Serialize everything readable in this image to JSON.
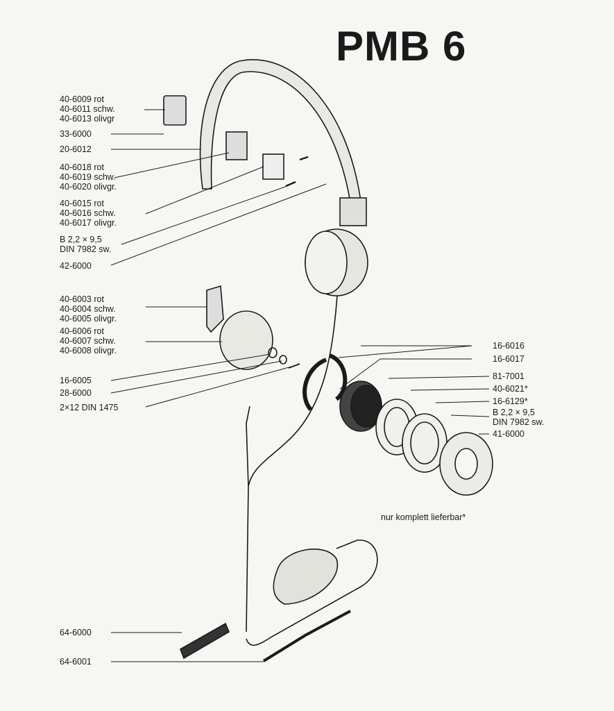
{
  "title": "PMB 6",
  "labels_left": [
    {
      "lines": [
        "40-6009 rot",
        "40-6011 schw.",
        "40-6013 olivgr"
      ]
    },
    {
      "lines": [
        "33-6000"
      ]
    },
    {
      "lines": [
        "20-6012"
      ]
    },
    {
      "lines": [
        "40-6018 rot",
        "40-6019 schw.",
        "40-6020 olivgr."
      ]
    },
    {
      "lines": [
        "40-6015 rot",
        "40-6016 schw.",
        "40-6017 olivgr."
      ]
    },
    {
      "lines": [
        "B 2,2 × 9,5",
        "DIN 7982 sw."
      ]
    },
    {
      "lines": [
        "42-6000"
      ]
    },
    {
      "lines": [
        "40-6003 rot",
        "40-6004 schw.",
        "40-6005 olivgr."
      ]
    },
    {
      "lines": [
        "40-6006 rot",
        "40-6007 schw.",
        "40-6008 olivgr."
      ]
    },
    {
      "lines": [
        "16-6005"
      ]
    },
    {
      "lines": [
        "28-6000"
      ]
    },
    {
      "lines": [
        "2×12 DIN 1475"
      ]
    },
    {
      "lines": [
        "64-6000"
      ]
    },
    {
      "lines": [
        "64-6001"
      ]
    }
  ],
  "labels_right": [
    {
      "lines": [
        "16-6016"
      ]
    },
    {
      "lines": [
        "16-6017"
      ]
    },
    {
      "lines": [
        "81-7001"
      ]
    },
    {
      "lines": [
        "40-6021*"
      ]
    },
    {
      "lines": [
        "16-6129*"
      ]
    },
    {
      "lines": [
        "B 2,2 × 9,5",
        "DIN 7982 sw."
      ]
    },
    {
      "lines": [
        "41-6000"
      ]
    }
  ],
  "note": "nur komplett lieferbar*"
}
